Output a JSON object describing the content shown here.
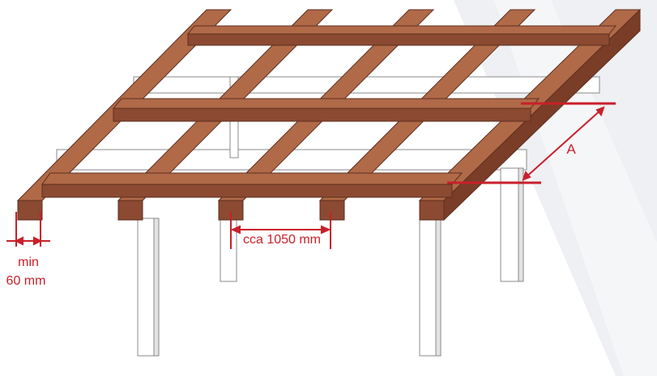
{
  "colors": {
    "wood_top": "#b06a48",
    "wood_front": "#8b4a31",
    "wood_dark": "#7a3d27",
    "wood_outline": "#5e2e1e",
    "post_fill": "#ffffff",
    "post_shade": "#e3e3e3",
    "post_outline": "#8a8a8a",
    "dimension": "#c8202a",
    "background_shade": "#eef0f3"
  },
  "labels": {
    "min_line1": "min",
    "min_line2": "60 mm",
    "spacing": "cca 1050 mm",
    "a_label": "A"
  }
}
